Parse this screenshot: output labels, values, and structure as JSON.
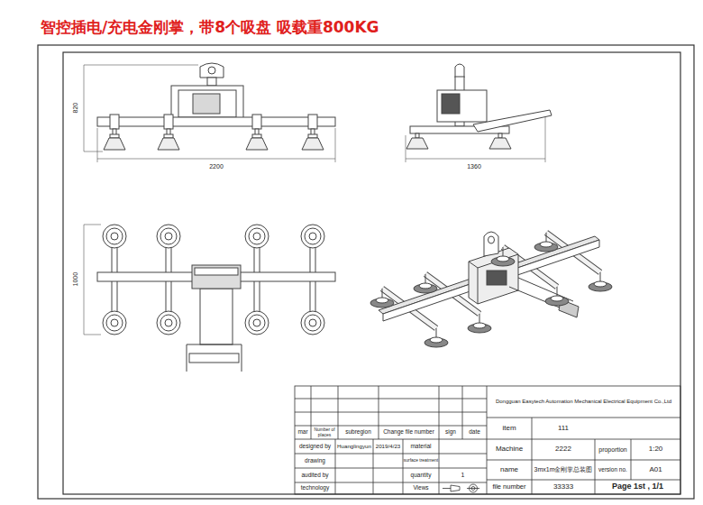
{
  "diagram": {
    "title": "智控插电/充电金刚掌，带8个吸盘 吸载重800KG",
    "labels": [
      "820",
      "2200",
      "1360",
      "1000",
      "mar",
      "Number of places",
      "subregion",
      "Change file number",
      "sign",
      "date",
      "designed by",
      "Huanglingyun",
      "2019/4/23",
      "material",
      "drawing",
      "surface treatment",
      "audited by",
      "quantity",
      "1",
      "technology",
      "Views",
      "Dongguan Easytech Automation Mechanical Electrical Equipment Co.,Ltd",
      "item",
      "111",
      "Machine",
      "2222",
      "proportion",
      "1:20",
      "name",
      "3mx1m金刚掌总装图",
      "version no.",
      "A01",
      "file number",
      "33333",
      "Page 1st , 1/1"
    ]
  }
}
